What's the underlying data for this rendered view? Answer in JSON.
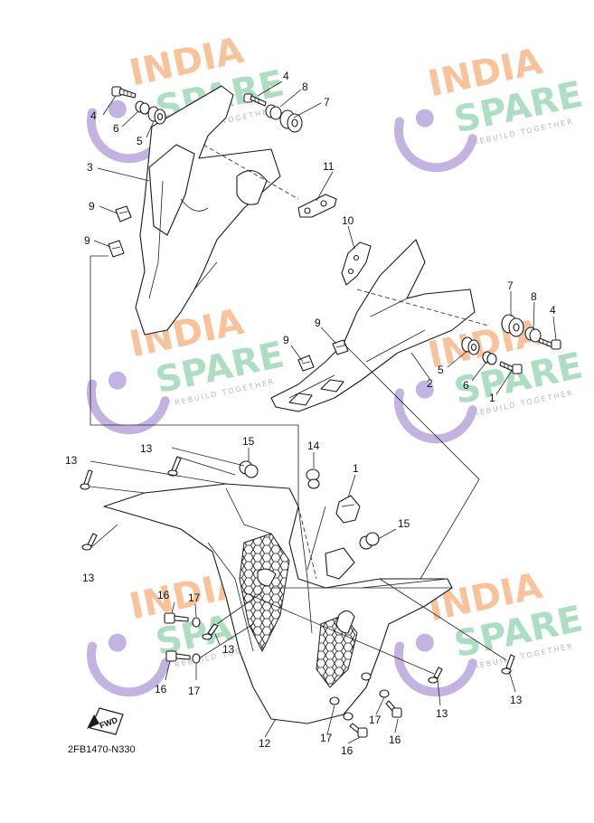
{
  "diagram": {
    "reference_code": "2FB1470-N330",
    "fwd_label": "FWD",
    "callouts": [
      "1",
      "2",
      "3",
      "4",
      "5",
      "6",
      "7",
      "8",
      "9",
      "10",
      "11",
      "12",
      "13",
      "14",
      "15",
      "16",
      "17"
    ]
  },
  "watermark": {
    "line1": "INDIA",
    "line2": "SPARE",
    "tagline": "REBUILD TOGETHER",
    "colors": {
      "india": "#f7b98a",
      "spare": "#9fd8b7",
      "icon": "#b7a6dc",
      "tag": "#a8a8c8"
    }
  },
  "labels": [
    {
      "n": "4"
    },
    {
      "n": "6"
    },
    {
      "n": "5"
    },
    {
      "n": "4"
    },
    {
      "n": "8"
    },
    {
      "n": "7"
    },
    {
      "n": "3"
    },
    {
      "n": "11"
    },
    {
      "n": "9"
    },
    {
      "n": "9"
    },
    {
      "n": "10"
    },
    {
      "n": "7"
    },
    {
      "n": "8"
    },
    {
      "n": "4"
    },
    {
      "n": "9"
    },
    {
      "n": "9"
    },
    {
      "n": "5"
    },
    {
      "n": "6"
    },
    {
      "n": "1"
    },
    {
      "n": "2"
    },
    {
      "n": "13"
    },
    {
      "n": "13"
    },
    {
      "n": "15"
    },
    {
      "n": "14"
    },
    {
      "n": "1"
    },
    {
      "n": "15"
    },
    {
      "n": "13"
    },
    {
      "n": "16"
    },
    {
      "n": "17"
    },
    {
      "n": "13"
    },
    {
      "n": "16"
    },
    {
      "n": "17"
    },
    {
      "n": "12"
    },
    {
      "n": "17"
    },
    {
      "n": "16"
    },
    {
      "n": "17"
    },
    {
      "n": "16"
    },
    {
      "n": "13"
    },
    {
      "n": "13"
    }
  ]
}
